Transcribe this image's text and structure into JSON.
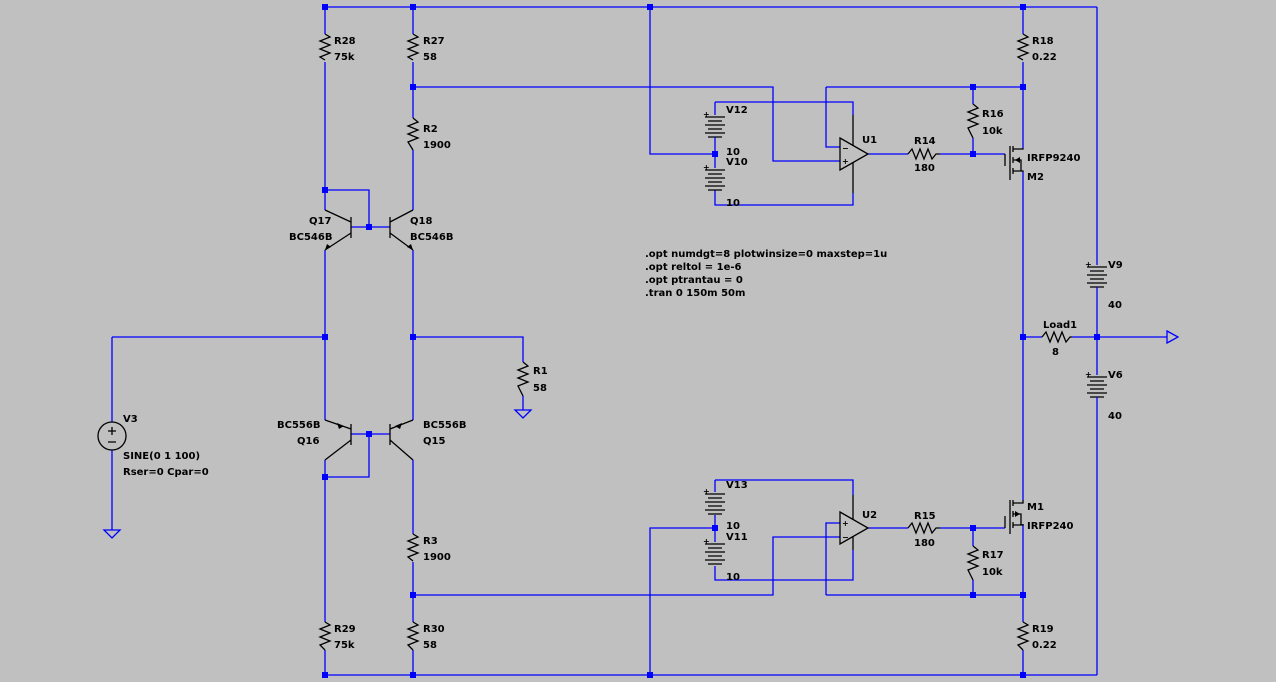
{
  "components": {
    "r28": {
      "name": "R28",
      "value": "75k"
    },
    "r27": {
      "name": "R27",
      "value": "58"
    },
    "r2": {
      "name": "R2",
      "value": "1900"
    },
    "r18": {
      "name": "R18",
      "value": "0.22"
    },
    "r16": {
      "name": "R16",
      "value": "10k"
    },
    "r14": {
      "name": "R14",
      "value": "180"
    },
    "r1": {
      "name": "R1",
      "value": "58"
    },
    "r3": {
      "name": "R3",
      "value": "1900"
    },
    "r29": {
      "name": "R29",
      "value": "75k"
    },
    "r30": {
      "name": "R30",
      "value": "58"
    },
    "r19": {
      "name": "R19",
      "value": "0.22"
    },
    "r15": {
      "name": "R15",
      "value": "180"
    },
    "r17": {
      "name": "R17",
      "value": "10k"
    },
    "load1": {
      "name": "Load1",
      "value": "8"
    },
    "q17": {
      "name": "Q17",
      "model": "BC546B"
    },
    "q18": {
      "name": "Q18",
      "model": "BC546B"
    },
    "q16": {
      "name": "Q16",
      "model": "BC556B"
    },
    "q15": {
      "name": "Q15",
      "model": "BC556B"
    },
    "m2": {
      "name": "M2",
      "model": "IRFP9240"
    },
    "m1": {
      "name": "M1",
      "model": "IRFP240"
    },
    "u1": {
      "name": "U1"
    },
    "u2": {
      "name": "U2"
    },
    "v12": {
      "name": "V12",
      "value": "10"
    },
    "v10": {
      "name": "V10",
      "value": "10"
    },
    "v13": {
      "name": "V13",
      "value": "10"
    },
    "v11": {
      "name": "V11",
      "value": "10"
    },
    "v9": {
      "name": "V9",
      "value": "40"
    },
    "v6": {
      "name": "V6",
      "value": "40"
    },
    "v3": {
      "name": "V3",
      "value": "SINE(0 1 100)",
      "params": "Rser=0 Cpar=0"
    }
  },
  "directives": [
    ".opt numdgt=8 plotwinsize=0 maxstep=1u",
    ".opt reltol = 1e-6",
    ".opt ptrantau = 0",
    ".tran 0 150m 50m"
  ],
  "colors": {
    "background": "#c0c0c0",
    "wire": "#0000ff",
    "symbol": "#000000"
  },
  "icons": {
    "pin_marker": "flag-triangle-icon",
    "ground": "ground-icon"
  }
}
